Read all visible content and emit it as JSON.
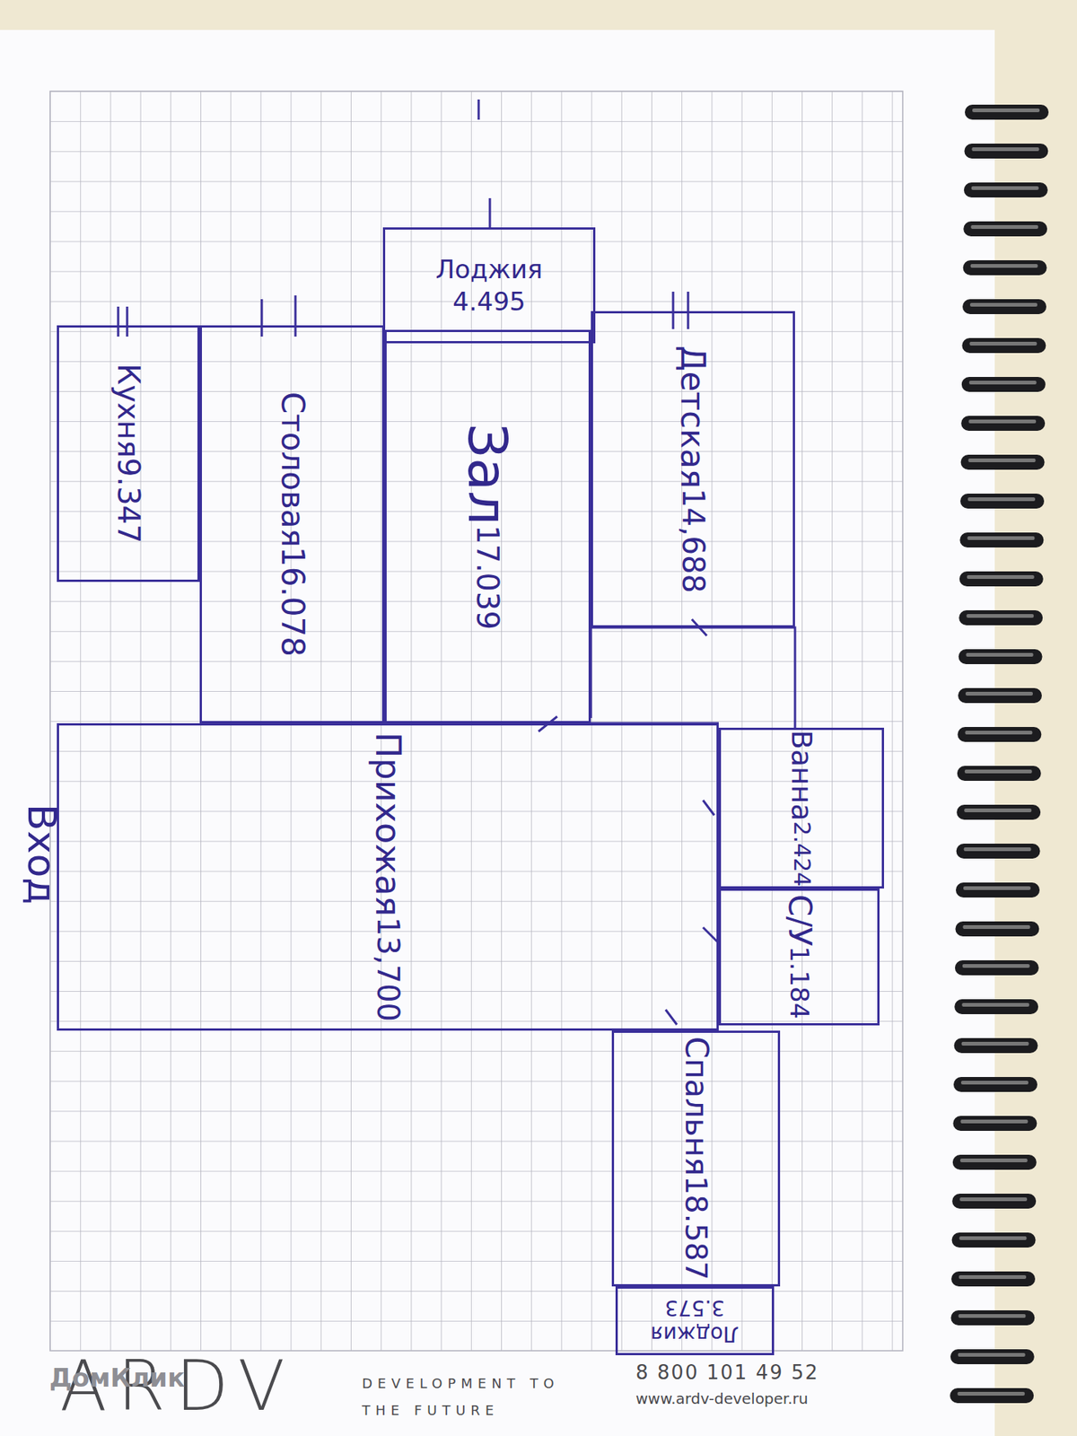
{
  "diagram": {
    "nodes": [
      {
        "text": [
          "Лоджия",
          "4.495"
        ]
      },
      {
        "text": [
          "Кухня",
          "9.347"
        ]
      },
      {
        "text": [
          "Столовая",
          "16.078"
        ]
      },
      {
        "text": [
          "Зал",
          "17.039"
        ]
      },
      {
        "text": [
          "Детская",
          "14,688"
        ]
      },
      {
        "text": [
          "Прихожая",
          "13,700"
        ]
      },
      {
        "text": [
          "Ванна",
          "2.424"
        ]
      },
      {
        "text": [
          "С/У",
          "1.184"
        ]
      },
      {
        "text": [
          "Спальня",
          "18.587"
        ]
      },
      {
        "text": [
          "Лоджия",
          "3.573"
        ]
      }
    ],
    "labels": [
      "Вход",
      "ARDV",
      "DEVELOPMENT TO THE FUTURE",
      "8 800 101 49 52",
      "www.ardv-developer.ru",
      "ДомКлик"
    ]
  }
}
